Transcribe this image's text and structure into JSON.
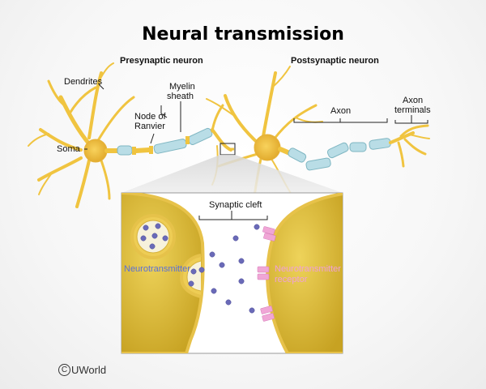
{
  "title": "Neural transmission",
  "labels": {
    "presynaptic": "Presynaptic neuron",
    "postsynaptic": "Postsynaptic neuron",
    "dendrites": "Dendrites",
    "myelin_line1": "Myelin",
    "myelin_line2": "sheath",
    "node_line1": "Node of",
    "node_line2": "Ranvier",
    "soma": "Soma",
    "axon": "Axon",
    "axon_terminals_line1": "Axon",
    "axon_terminals_line2": "terminals",
    "synaptic_cleft": "Synaptic cleft",
    "neurotransmitter": "Neurotransmitter",
    "receptor_line1": "Neurotransmitter",
    "receptor_line2": "receptor"
  },
  "credit": {
    "symbol": "C",
    "text": "UWorld"
  },
  "colors": {
    "neuron": "#f2c63a",
    "myelin": "#b9dde6",
    "vesicle_dot": "#6a6ab8",
    "receptor": "#f0a6d6",
    "label_blue": "#5a70d8",
    "label_pink": "#f0a0d8"
  }
}
